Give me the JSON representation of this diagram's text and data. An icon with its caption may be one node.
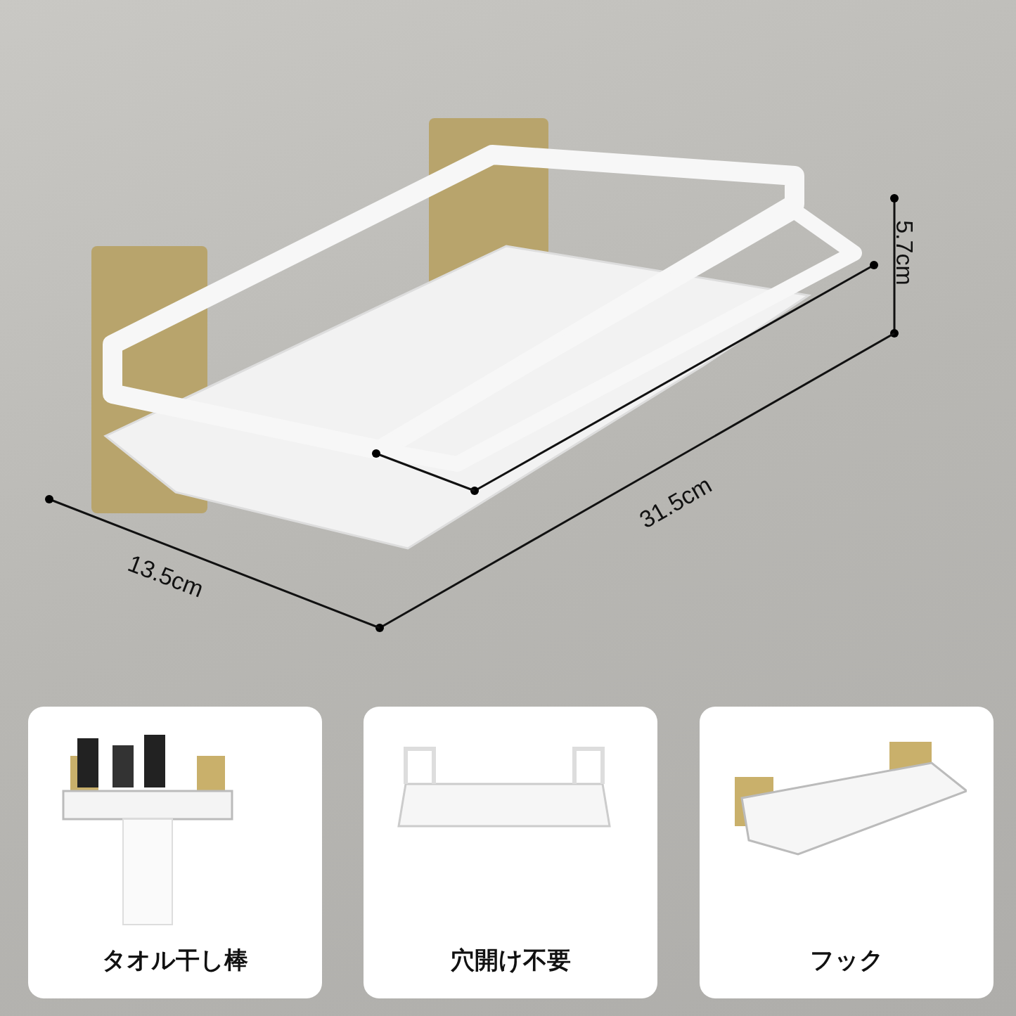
{
  "diagram": {
    "nodes": [
      {
        "text": [
          "タオル干し棒"
        ]
      },
      {
        "text": [
          "穴開け不要"
        ]
      },
      {
        "text": [
          "フック"
        ]
      }
    ],
    "labels": [
      "5.7cm",
      "31.5cm",
      "13.5cm"
    ]
  }
}
